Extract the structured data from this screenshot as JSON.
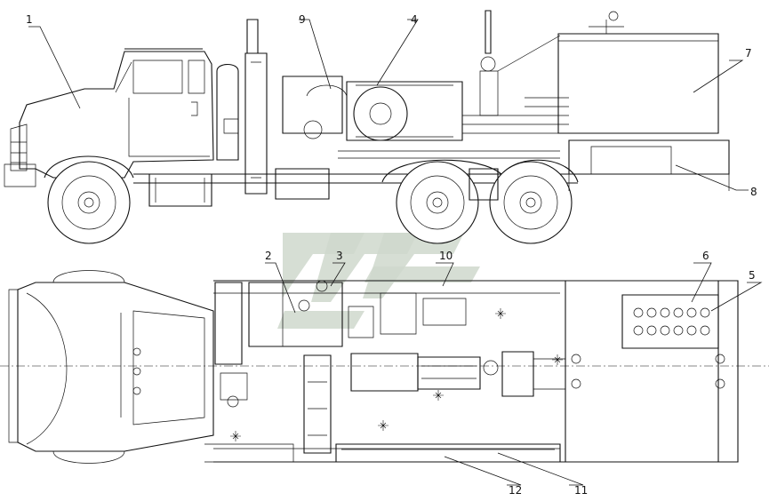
{
  "diagram": {
    "callouts": [
      {
        "id": "c1",
        "label": "1"
      },
      {
        "id": "c2",
        "label": "2"
      },
      {
        "id": "c3",
        "label": "3"
      },
      {
        "id": "c4",
        "label": "4"
      },
      {
        "id": "c5",
        "label": "5"
      },
      {
        "id": "c6",
        "label": "6"
      },
      {
        "id": "c7",
        "label": "7"
      },
      {
        "id": "c8",
        "label": "8"
      },
      {
        "id": "c9",
        "label": "9"
      },
      {
        "id": "c10",
        "label": "10"
      },
      {
        "id": "c11",
        "label": "11"
      },
      {
        "id": "c12",
        "label": "12"
      }
    ],
    "line_color": "#111111",
    "watermark_color": "#cfd8cc"
  }
}
